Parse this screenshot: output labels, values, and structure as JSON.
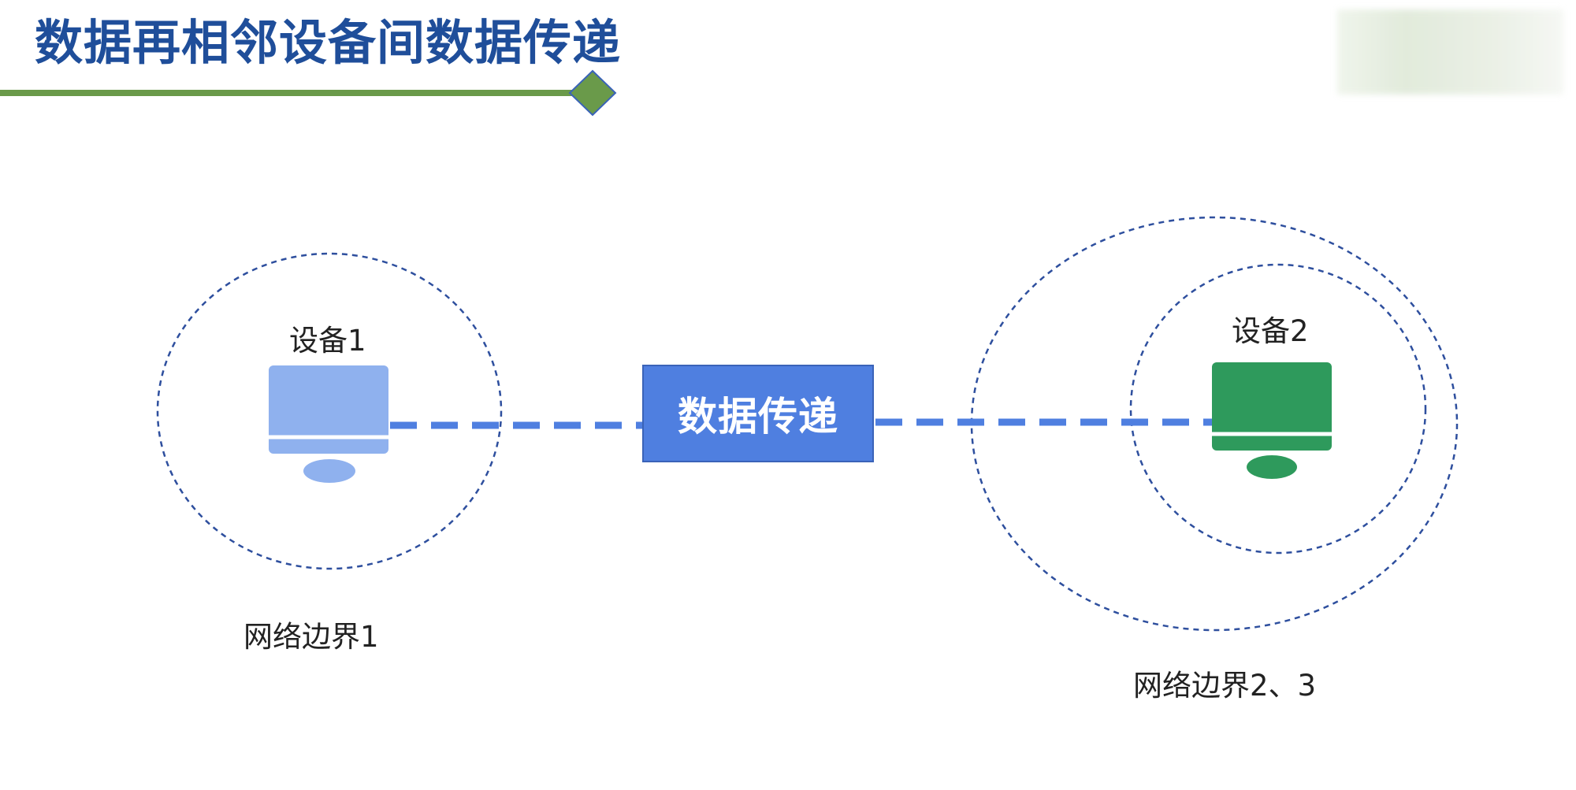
{
  "title": "数据再相邻设备间数据传递",
  "transfer_box": {
    "label": "数据传递"
  },
  "device1": {
    "label": "设备1",
    "color": "#8fb1ee"
  },
  "device2": {
    "label": "设备2",
    "color": "#2e9a5c"
  },
  "boundary1": {
    "label": "网络边界1"
  },
  "boundary23": {
    "label": "网络边界2、3"
  },
  "colors": {
    "title": "#1f4e9a",
    "header_line": "#6a9a4a",
    "diamond": "#6a9a4a",
    "dashed_link": "#4f7fe0",
    "boundary_circle": "#2e4f9e"
  }
}
